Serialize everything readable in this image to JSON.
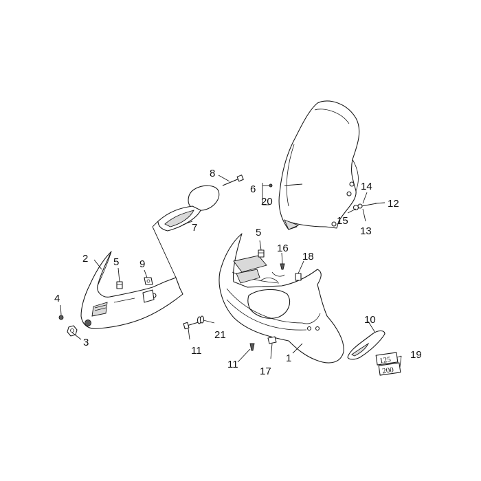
{
  "callouts": [
    {
      "id": "1",
      "text": "1"
    },
    {
      "id": "2",
      "text": "2"
    },
    {
      "id": "3",
      "text": "3"
    },
    {
      "id": "4",
      "text": "4"
    },
    {
      "id": "5a",
      "text": "5"
    },
    {
      "id": "5b",
      "text": "5"
    },
    {
      "id": "6",
      "text": "6"
    },
    {
      "id": "7",
      "text": "7"
    },
    {
      "id": "8",
      "text": "8"
    },
    {
      "id": "9",
      "text": "9"
    },
    {
      "id": "10",
      "text": "10"
    },
    {
      "id": "11a",
      "text": "11"
    },
    {
      "id": "11b",
      "text": "11"
    },
    {
      "id": "12",
      "text": "12"
    },
    {
      "id": "13",
      "text": "13"
    },
    {
      "id": "14",
      "text": "14"
    },
    {
      "id": "15",
      "text": "15"
    },
    {
      "id": "16",
      "text": "16"
    },
    {
      "id": "17",
      "text": "17"
    },
    {
      "id": "18",
      "text": "18"
    },
    {
      "id": "19",
      "text": "19"
    },
    {
      "id": "20",
      "text": "20"
    },
    {
      "id": "21",
      "text": "21"
    }
  ],
  "badges": {
    "badge_125": "125",
    "badge_200": "200"
  }
}
